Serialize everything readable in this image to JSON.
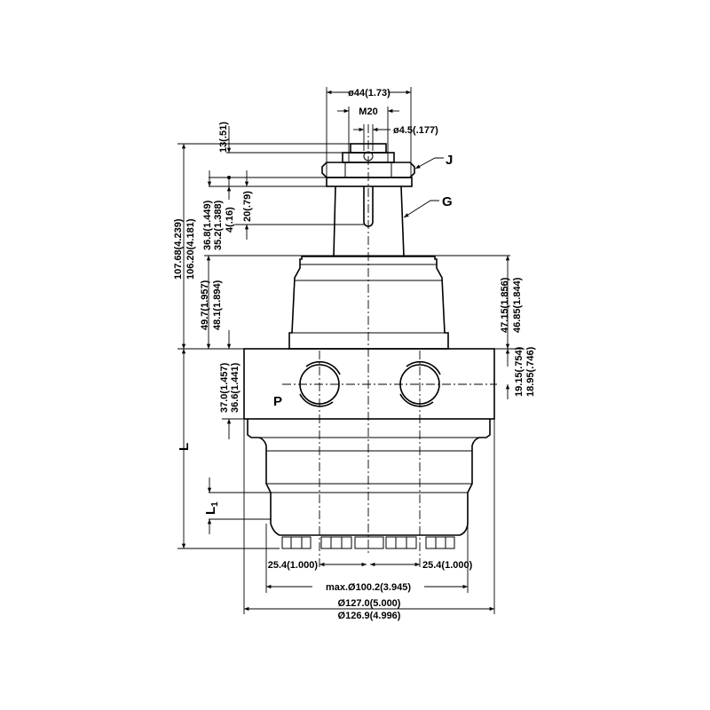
{
  "labels": {
    "shaft_dia": "ø44(1.73)",
    "thread": "M20",
    "pin_hole": "ø4.5(.177)",
    "nut_callout": "J",
    "shaft_callout": "G",
    "port_callout": "P",
    "length": "L",
    "length1": "L",
    "length1_sub": "1"
  },
  "dimensions": {
    "nut_height": "13(.51)",
    "overall_max": "107.68(4.239)",
    "overall_min": "106.20(4.181)",
    "shaft_max": "36.8(1.449)",
    "shaft_min": "35.2(1.388)",
    "pin_offset": "4(.16)",
    "pin_length": "20(.79)",
    "housing_max": "49.7(1.957)",
    "housing_min": "48.1(1.894)",
    "housing_r_max": "47.15(1.856)",
    "housing_r_min": "46.85(1.844)",
    "port_max": "19.15(.754)",
    "port_min": "18.95(.746)",
    "block_max": "37.0(1.457)",
    "block_min": "36.6(1.441)",
    "port_spacing_left": "25.4(1.000)",
    "port_spacing_right": "25.4(1.000)",
    "pilot_dia": "max.Ø100.2(3.945)",
    "flange_dia_max": "Ø127.0(5.000)",
    "flange_dia_min": "Ø126.9(4.996)"
  }
}
